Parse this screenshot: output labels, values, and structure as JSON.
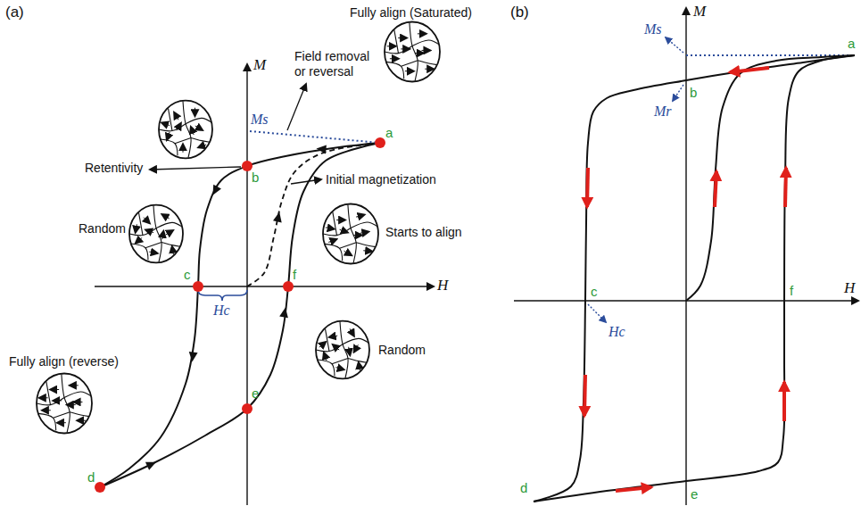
{
  "diagram": {
    "labels": [
      "(a)",
      "Fully align (Saturated)",
      "Field removal or reversal",
      "M",
      "Ms",
      "a",
      "Retentivity",
      "b",
      "Initial magnetization",
      "Random",
      "Starts to align",
      "c",
      "Hc",
      "f",
      "H",
      "Random",
      "Fully align (reverse)",
      "e",
      "d",
      "(b)",
      "M",
      "Ms",
      "a",
      "b",
      "Mr",
      "c",
      "Hc",
      "f",
      "H",
      "d",
      "e"
    ]
  }
}
